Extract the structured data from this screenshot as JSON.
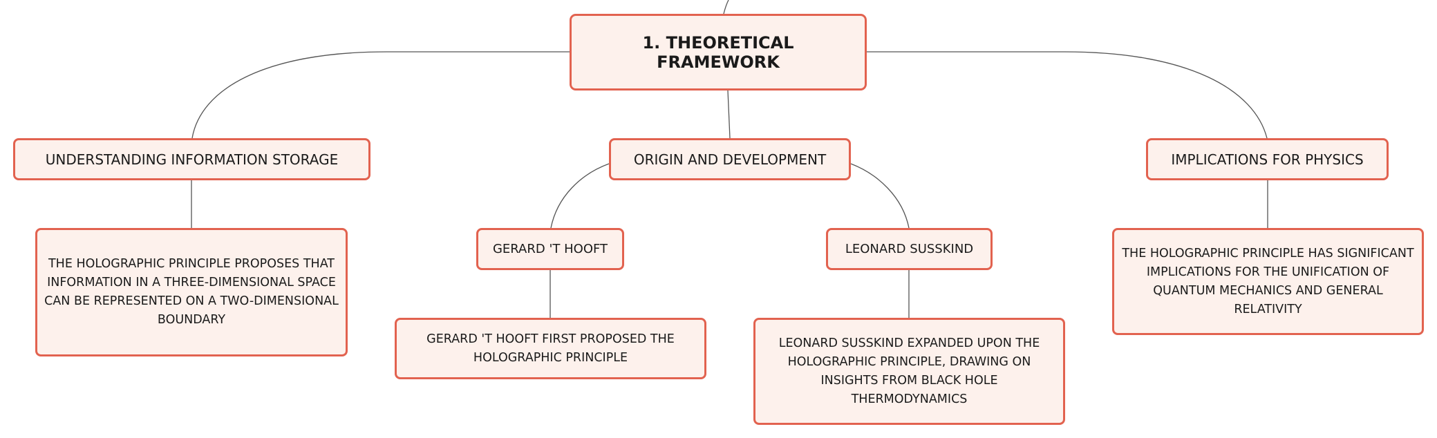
{
  "diagram": {
    "root": {
      "label": "1. THEORETICAL FRAMEWORK"
    },
    "branches": {
      "storage": {
        "label": "UNDERSTANDING INFORMATION STORAGE",
        "detail": "THE HOLOGRAPHIC PRINCIPLE PROPOSES THAT INFORMATION IN A THREE-DIMENSIONAL SPACE CAN BE REPRESENTED ON A TWO-DIMENSIONAL BOUNDARY"
      },
      "origin": {
        "label": "ORIGIN AND DEVELOPMENT",
        "children": {
          "hooft": {
            "label": "GERARD 'T HOOFT",
            "detail": "GERARD 'T HOOFT FIRST PROPOSED THE HOLOGRAPHIC PRINCIPLE"
          },
          "susskind": {
            "label": "LEONARD SUSSKIND",
            "detail": "LEONARD SUSSKIND EXPANDED UPON THE HOLOGRAPHIC PRINCIPLE, DRAWING ON INSIGHTS FROM BLACK HOLE THERMODYNAMICS"
          }
        }
      },
      "implications": {
        "label": "IMPLICATIONS FOR PHYSICS",
        "detail": "THE HOLOGRAPHIC PRINCIPLE HAS SIGNIFICANT IMPLICATIONS FOR THE UNIFICATION OF QUANTUM MECHANICS AND GENERAL RELATIVITY"
      }
    },
    "colors": {
      "node_border": "#e2624f",
      "node_fill": "#fdf1ec",
      "connector": "#555555",
      "text": "#1a1a1a"
    }
  }
}
